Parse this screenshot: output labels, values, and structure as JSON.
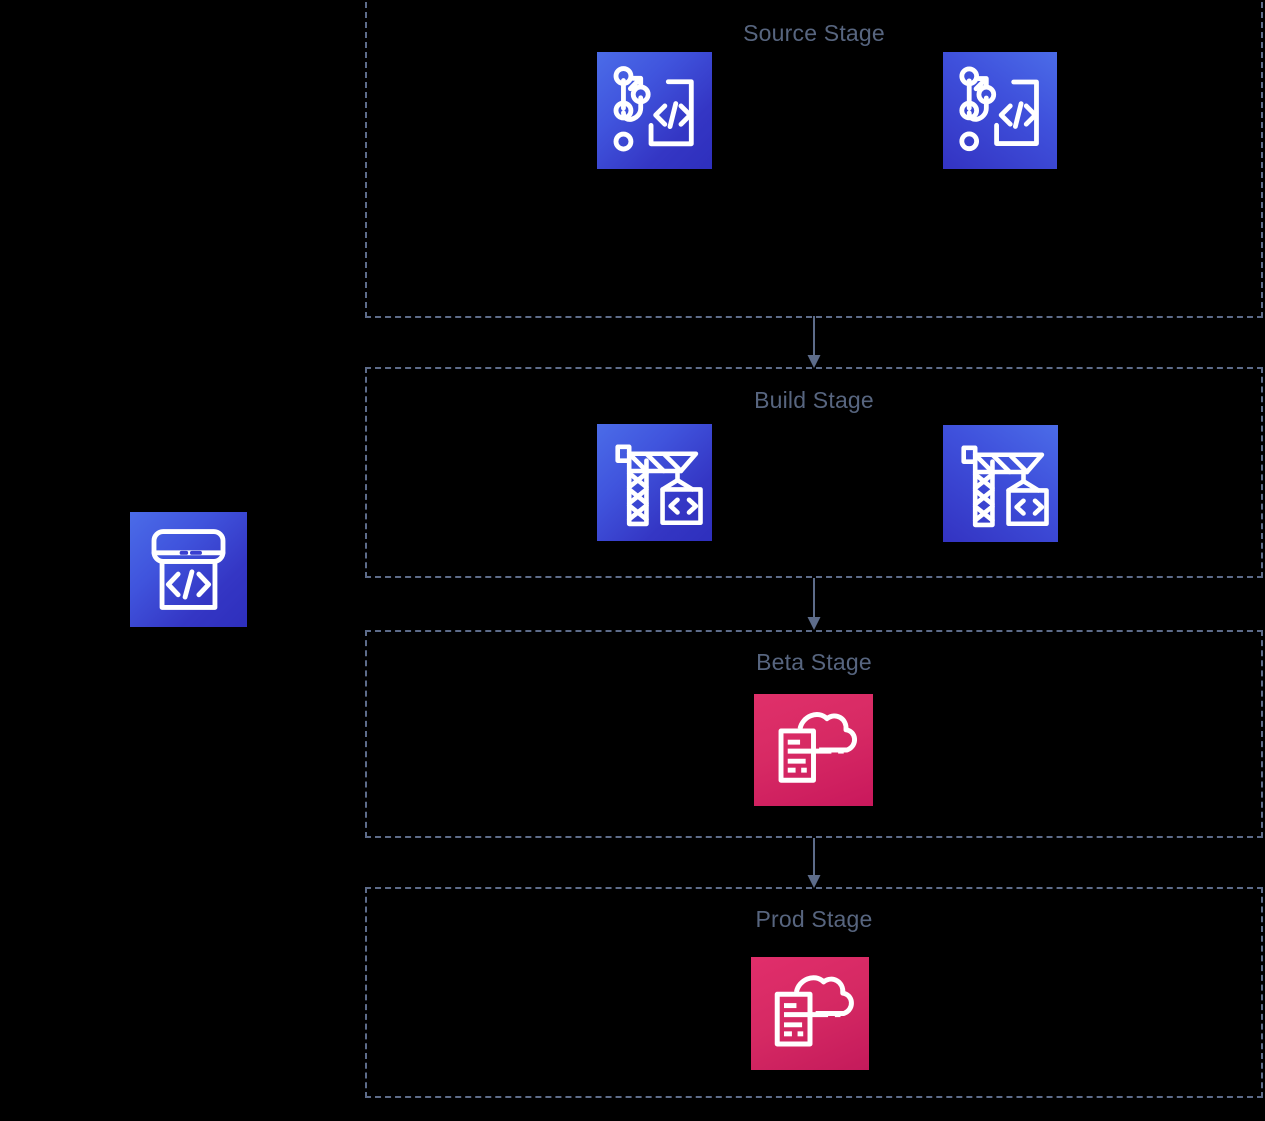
{
  "diagram": {
    "title": "AWS CodePipeline multi-stage deployment pipeline",
    "background_color": "#000000",
    "stage_border_color": "#5d6c8a",
    "stage_label_color": "#57657f",
    "arrow_color": "#5d6c8a",
    "accent_blue": "#4b6ce8",
    "accent_pink": "#e0306a"
  },
  "pipeline": {
    "name": "codepipeline-service",
    "icon": "aws-codepipeline-icon"
  },
  "stages": [
    {
      "id": "source",
      "label": "Source Stage",
      "actions": [
        {
          "id": "source-action-1",
          "icon": "aws-codecommit-icon",
          "color": "#4b6ce8"
        },
        {
          "id": "source-action-2",
          "icon": "aws-codecommit-icon",
          "color": "#4b6ce8"
        }
      ]
    },
    {
      "id": "build",
      "label": "Build Stage",
      "actions": [
        {
          "id": "build-action-1",
          "icon": "aws-codebuild-icon",
          "color": "#4b6ce8"
        },
        {
          "id": "build-action-2",
          "icon": "aws-codebuild-icon",
          "color": "#4b6ce8"
        }
      ]
    },
    {
      "id": "beta",
      "label": "Beta Stage",
      "actions": [
        {
          "id": "beta-action-1",
          "icon": "aws-cloudformation-icon",
          "color": "#e0306a"
        }
      ]
    },
    {
      "id": "prod",
      "label": "Prod Stage",
      "actions": [
        {
          "id": "prod-action-1",
          "icon": "aws-cloudformation-icon",
          "color": "#e0306a"
        }
      ]
    }
  ],
  "connectors": [
    {
      "id": "source-to-build",
      "from": "source",
      "to": "build"
    },
    {
      "id": "build-to-beta",
      "from": "build",
      "to": "beta"
    },
    {
      "id": "beta-to-prod",
      "from": "beta",
      "to": "prod"
    }
  ]
}
